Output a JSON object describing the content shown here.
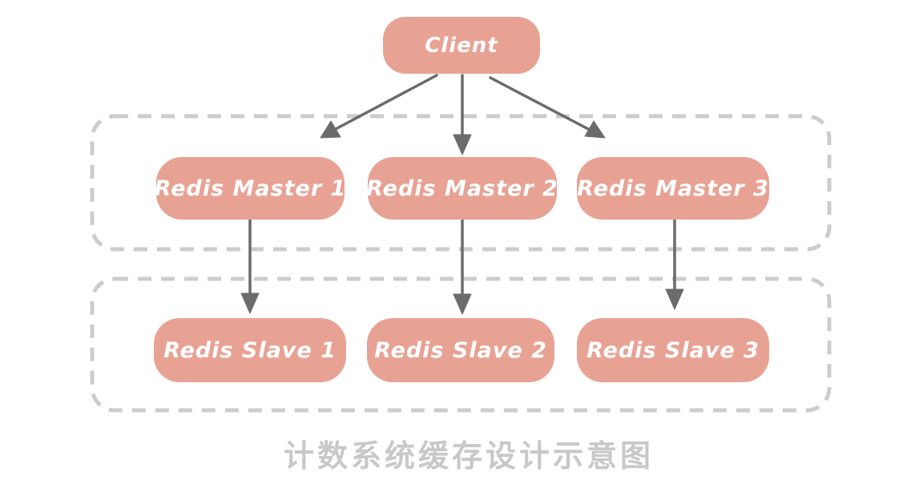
{
  "diagram": {
    "client": {
      "label": "Client"
    },
    "masters": [
      {
        "label": "Redis Master 1"
      },
      {
        "label": "Redis Master 2"
      },
      {
        "label": "Redis Master 3"
      }
    ],
    "slaves": [
      {
        "label": "Redis Slave 1"
      },
      {
        "label": "Redis Slave 2"
      },
      {
        "label": "Redis Slave 3"
      }
    ],
    "edges": [
      {
        "from": "client",
        "to": "redis-master-1"
      },
      {
        "from": "client",
        "to": "redis-master-2"
      },
      {
        "from": "client",
        "to": "redis-master-3"
      },
      {
        "from": "redis-master-1",
        "to": "redis-slave-1"
      },
      {
        "from": "redis-master-2",
        "to": "redis-slave-2"
      },
      {
        "from": "redis-master-3",
        "to": "redis-slave-3"
      }
    ],
    "caption": "计数系统缓存设计示意图",
    "colors": {
      "node_fill": "#e8a294",
      "node_text": "#ffffff",
      "group_border": "#cccccc",
      "arrow": "#6b6b6b",
      "caption": "#c8c8c8",
      "background": "#ffffff"
    }
  }
}
